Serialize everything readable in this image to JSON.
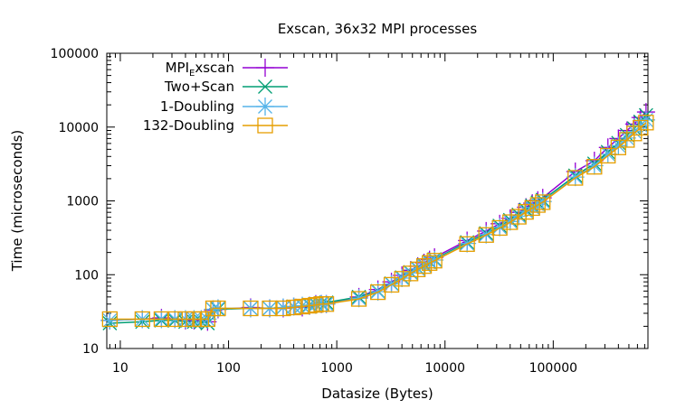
{
  "chart_data": {
    "type": "line",
    "title": "Exscan, 36x32 MPI processes",
    "xlabel": "Datasize (Bytes)",
    "ylabel": "Time (microseconds)",
    "xscale": "log",
    "yscale": "log",
    "xlim": [
      7.5,
      750000
    ],
    "ylim": [
      10,
      100000
    ],
    "grid": false,
    "legend_position": "top-left",
    "x_ticks": [
      {
        "value": 10,
        "label": "10"
      },
      {
        "value": 100,
        "label": "100"
      },
      {
        "value": 1000,
        "label": "1000"
      },
      {
        "value": 10000,
        "label": "10000"
      },
      {
        "value": 100000,
        "label": "100000"
      }
    ],
    "y_ticks": [
      {
        "value": 10,
        "label": "10"
      },
      {
        "value": 100,
        "label": "100"
      },
      {
        "value": 1000,
        "label": "1000"
      },
      {
        "value": 10000,
        "label": "10000"
      },
      {
        "value": 100000,
        "label": "100000"
      }
    ],
    "x": [
      8,
      16,
      24,
      32,
      40,
      48,
      56,
      64,
      72,
      80,
      160,
      240,
      320,
      400,
      480,
      560,
      640,
      720,
      800,
      1600,
      2400,
      3200,
      4000,
      4800,
      5600,
      6400,
      7200,
      8000,
      16000,
      24000,
      32000,
      40000,
      48000,
      56000,
      64000,
      72000,
      80000,
      160000,
      240000,
      320000,
      400000,
      480000,
      560000,
      640000,
      720000
    ],
    "series": [
      {
        "name": "MPI_Exscan",
        "legend_main": "MPI",
        "legend_sub": "E",
        "legend_rest": "xscan",
        "color": "#9400d3",
        "marker": "plus",
        "values": [
          24,
          25,
          26,
          25,
          24,
          24,
          24,
          23,
          33,
          34,
          36,
          35,
          35,
          37,
          36,
          38,
          40,
          40,
          40,
          50,
          63,
          80,
          98,
          115,
          130,
          145,
          160,
          172,
          290,
          390,
          490,
          580,
          700,
          820,
          930,
          1020,
          1100,
          2500,
          3500,
          5300,
          7000,
          9000,
          11000,
          13500,
          16000
        ]
      },
      {
        "name": "Two+Scan",
        "color": "#009e73",
        "marker": "x",
        "values": [
          22,
          23,
          24,
          24,
          23,
          23,
          23,
          22,
          34,
          34,
          35,
          35,
          36,
          37,
          38,
          39,
          40,
          41,
          42,
          50,
          60,
          76,
          92,
          108,
          122,
          136,
          150,
          162,
          275,
          365,
          460,
          550,
          650,
          760,
          860,
          950,
          1030,
          2200,
          3200,
          4600,
          6100,
          7800,
          9600,
          11800,
          14500
        ]
      },
      {
        "name": "1-Doubling",
        "color": "#56b4e9",
        "marker": "star",
        "values": [
          24,
          25,
          25,
          25,
          25,
          25,
          25,
          25,
          34,
          35,
          35,
          35,
          36,
          37,
          38,
          38,
          39,
          40,
          40,
          48,
          59,
          75,
          90,
          106,
          120,
          133,
          147,
          158,
          265,
          350,
          440,
          525,
          620,
          720,
          815,
          900,
          980,
          2100,
          3000,
          4300,
          5600,
          7100,
          8700,
          10500,
          12500
        ]
      },
      {
        "name": "132-Doubling",
        "color": "#e69f00",
        "marker": "open-square",
        "values": [
          25,
          25,
          25,
          25,
          25,
          25,
          25,
          25,
          35,
          35,
          35,
          35,
          35,
          36,
          37,
          38,
          39,
          40,
          40,
          47,
          58,
          73,
          88,
          104,
          118,
          131,
          144,
          155,
          260,
          345,
          430,
          515,
          610,
          710,
          800,
          880,
          960,
          2050,
          2900,
          4100,
          5300,
          6700,
          8200,
          9800,
          11500
        ]
      }
    ]
  }
}
